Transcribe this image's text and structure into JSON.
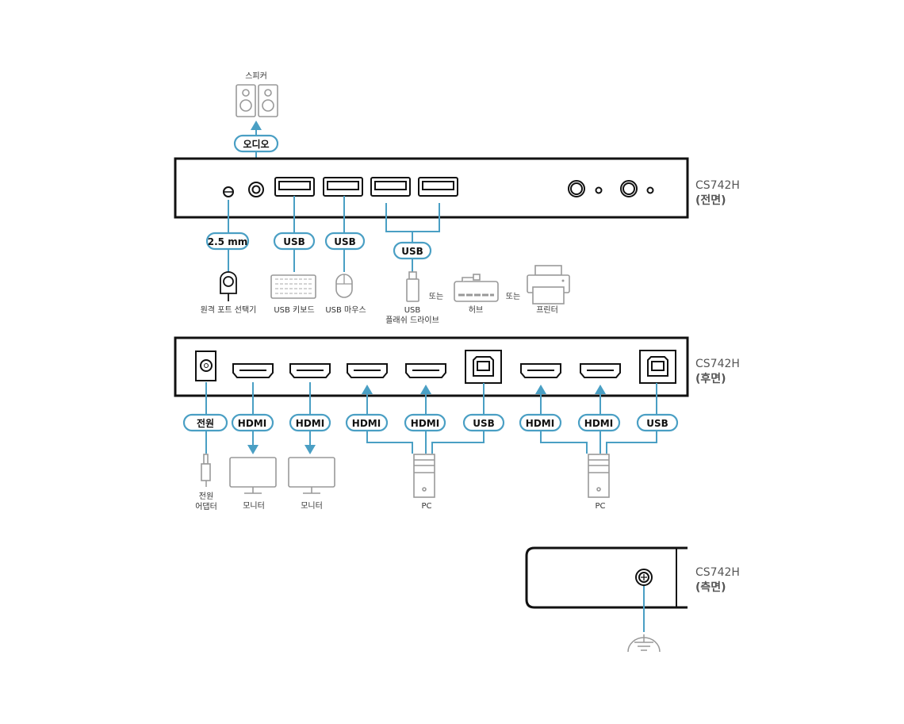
{
  "front": {
    "model": "CS742H",
    "side_label": "(전면)",
    "pills": {
      "audio": "오디오",
      "remote": "2.5 mm",
      "usb_kb": "USB",
      "usb_mouse": "USB",
      "usb_shared": "USB"
    },
    "devices": {
      "speaker": "스피커",
      "remote": "원격 포트 선택기",
      "keyboard": "USB 키보드",
      "mouse": "USB 마우스",
      "flash_line1": "USB",
      "flash_line2": "플래쉬 드라이브",
      "or1": "또는",
      "hub": "허브",
      "or2": "또는",
      "printer": "프린터"
    }
  },
  "rear": {
    "model": "CS742H",
    "side_label": "(후면)",
    "pills": [
      "전원",
      "HDMI",
      "HDMI",
      "HDMI",
      "HDMI",
      "USB",
      "HDMI",
      "HDMI",
      "USB"
    ],
    "devices": {
      "adapter_line1": "전원",
      "adapter_line2": "어댑터",
      "monitor1": "모니터",
      "monitor2": "모니터",
      "pc1": "PC",
      "pc2": "PC"
    }
  },
  "side": {
    "model": "CS742H",
    "side_label": "(측면)"
  },
  "colors": {
    "accent": "#4a9fc4",
    "panel": "#111111",
    "device": "#999999"
  }
}
